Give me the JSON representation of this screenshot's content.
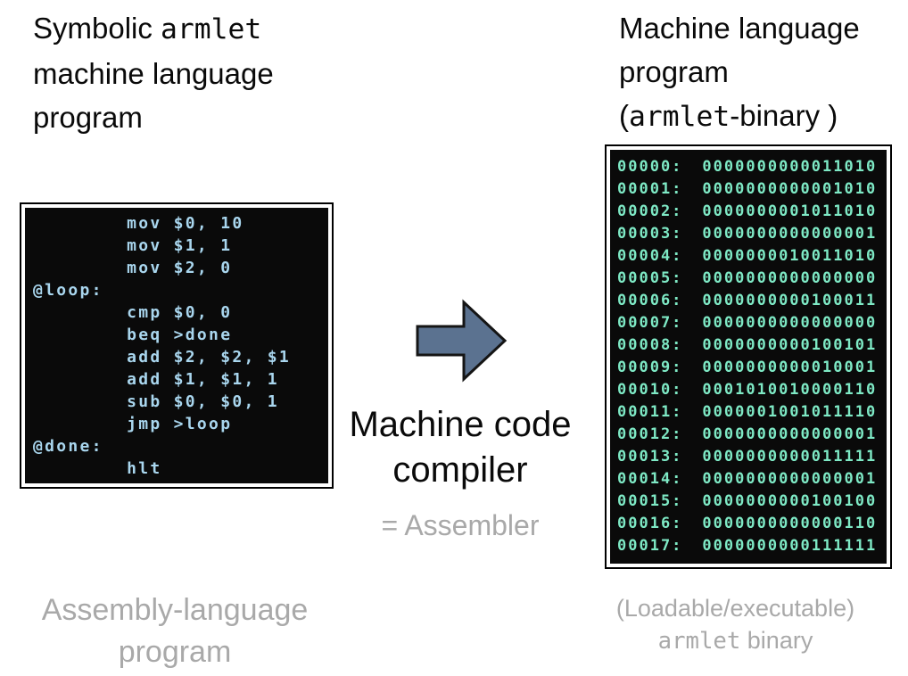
{
  "left_panel": {
    "title_line1_pre": "Symbolic ",
    "title_line1_code": "armlet",
    "title_line2": "machine language",
    "title_line3": "program",
    "code_lines": [
      "        mov $0, 10",
      "        mov $1, 1",
      "        mov $2, 0",
      "@loop:",
      "        cmp $0, 0",
      "        beq >done",
      "        add $2, $2, $1",
      "        add $1, $1, 1",
      "        sub $0, $0, 1",
      "        jmp >loop",
      "@done:",
      "        hlt"
    ],
    "caption_line1": "Assembly-language",
    "caption_line2": "program"
  },
  "middle": {
    "arrow_icon": "right-arrow",
    "label_line1": "Machine code",
    "label_line2": "compiler",
    "sublabel": "= Assembler"
  },
  "right_panel": {
    "title_line1": "Machine language",
    "title_line2": "program",
    "title_line3_pre": "(",
    "title_line3_code": "armlet",
    "title_line3_post": "-binary )",
    "memory_rows": [
      {
        "addr": "00000:",
        "bits": "0000000000011010"
      },
      {
        "addr": "00001:",
        "bits": "0000000000001010"
      },
      {
        "addr": "00002:",
        "bits": "0000000001011010"
      },
      {
        "addr": "00003:",
        "bits": "0000000000000001"
      },
      {
        "addr": "00004:",
        "bits": "0000000010011010"
      },
      {
        "addr": "00005:",
        "bits": "0000000000000000"
      },
      {
        "addr": "00006:",
        "bits": "0000000000100011"
      },
      {
        "addr": "00007:",
        "bits": "0000000000000000"
      },
      {
        "addr": "00008:",
        "bits": "0000000000100101"
      },
      {
        "addr": "00009:",
        "bits": "0000000000010001"
      },
      {
        "addr": "00010:",
        "bits": "0001010010000110"
      },
      {
        "addr": "00011:",
        "bits": "0000001001011110"
      },
      {
        "addr": "00012:",
        "bits": "0000000000000001"
      },
      {
        "addr": "00013:",
        "bits": "0000000000011111"
      },
      {
        "addr": "00014:",
        "bits": "0000000000000001"
      },
      {
        "addr": "00015:",
        "bits": "0000000000100100"
      },
      {
        "addr": "00016:",
        "bits": "0000000000000110"
      },
      {
        "addr": "00017:",
        "bits": "0000000000111111"
      }
    ],
    "caption_line1": "(Loadable/executable)",
    "caption_line2_code": "armlet",
    "caption_line2_post": " binary"
  },
  "colors": {
    "screen_background": "#0a0a0a",
    "assembly_text": "#a9d6ee",
    "binary_text": "#7ee9c5",
    "arrow_fill": "#5b7290",
    "arrow_outline": "#151515",
    "muted_gray": "#a9a9a9"
  }
}
